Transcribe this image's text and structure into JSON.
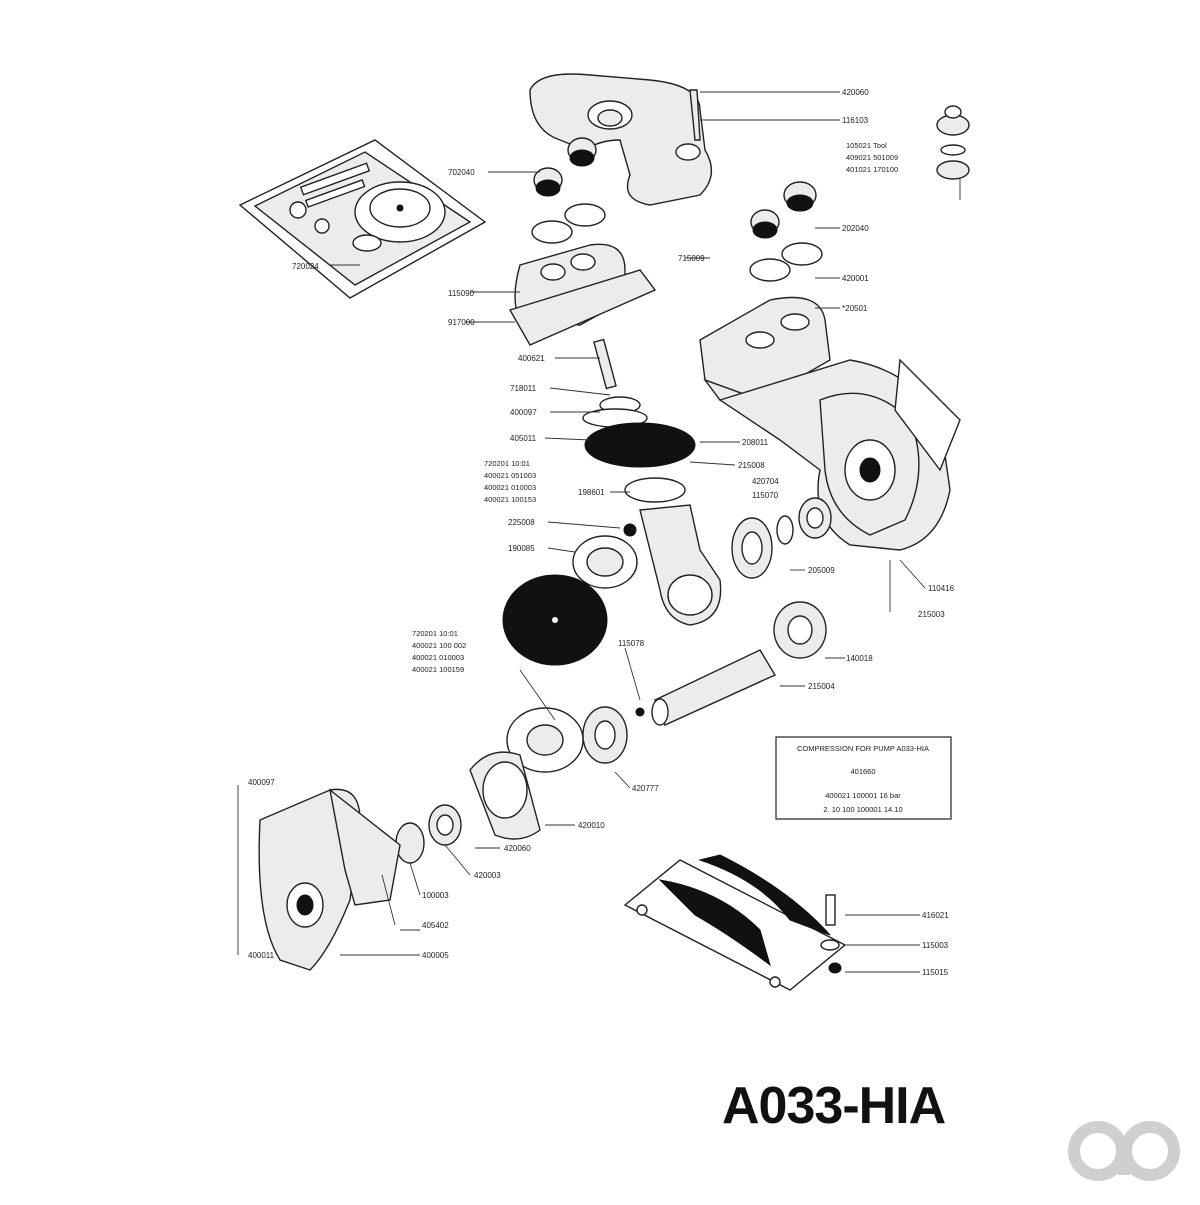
{
  "drawing": {
    "code": "A033-HIA",
    "logo_label": "ao"
  },
  "callouts": [
    {
      "id": "c01",
      "text": "420060"
    },
    {
      "id": "c02",
      "text": "116103"
    },
    {
      "id": "c03",
      "text": "702040"
    },
    {
      "id": "c04",
      "text": "202040"
    },
    {
      "id": "c05",
      "text": "715009"
    },
    {
      "id": "c06",
      "text": "720024"
    },
    {
      "id": "c07",
      "text": "115090"
    },
    {
      "id": "c08",
      "text": "420001"
    },
    {
      "id": "c09",
      "text": "917000"
    },
    {
      "id": "c10",
      "text": "*20501"
    },
    {
      "id": "c11",
      "text": "400621"
    },
    {
      "id": "c12",
      "text": "718011"
    },
    {
      "id": "c13",
      "text": "400097"
    },
    {
      "id": "c14",
      "text": "405011"
    },
    {
      "id": "c15",
      "text": "208011"
    },
    {
      "id": "c16",
      "text": "215008"
    },
    {
      "id": "c17",
      "text": "198601"
    },
    {
      "id": "c18",
      "text": "420704"
    },
    {
      "id": "c19",
      "text": "115070"
    },
    {
      "id": "c20",
      "text": "225008"
    },
    {
      "id": "c21",
      "text": "190085"
    },
    {
      "id": "c22",
      "text": "205009"
    },
    {
      "id": "c23",
      "text": "110416"
    },
    {
      "id": "c24",
      "text": "215003"
    },
    {
      "id": "c25",
      "text": "140018"
    },
    {
      "id": "c26",
      "text": "215004"
    },
    {
      "id": "c27",
      "text": "115078"
    },
    {
      "id": "c28",
      "text": "420777"
    },
    {
      "id": "c29",
      "text": "420010"
    },
    {
      "id": "c30",
      "text": "420060"
    },
    {
      "id": "c31",
      "text": "420003"
    },
    {
      "id": "c32",
      "text": "100003"
    },
    {
      "id": "c33",
      "text": "405402"
    },
    {
      "id": "c34",
      "text": "400005"
    },
    {
      "id": "c35",
      "text": "400097"
    },
    {
      "id": "c36",
      "text": "400011"
    },
    {
      "id": "c37",
      "text": "416021"
    },
    {
      "id": "c38",
      "text": "115003"
    },
    {
      "id": "c39",
      "text": "115015"
    }
  ],
  "notes": {
    "kit_top": [
      "105021 Tool",
      "409021 501009",
      "401021 170100"
    ],
    "diaphragm_upper": [
      "720201 10:01",
      "400021 051003",
      "400021 010003",
      "400021 100153"
    ],
    "diaphragm_lower": [
      "720201 10:01",
      "400021 100 002",
      "400021 010003",
      "400021 100159"
    ],
    "spec_box": [
      "COMPRESSION FOR PUMP A033-HIA",
      "401660",
      "400021 100001 16 bar",
      "2. 10 100 100001 14.10"
    ]
  }
}
